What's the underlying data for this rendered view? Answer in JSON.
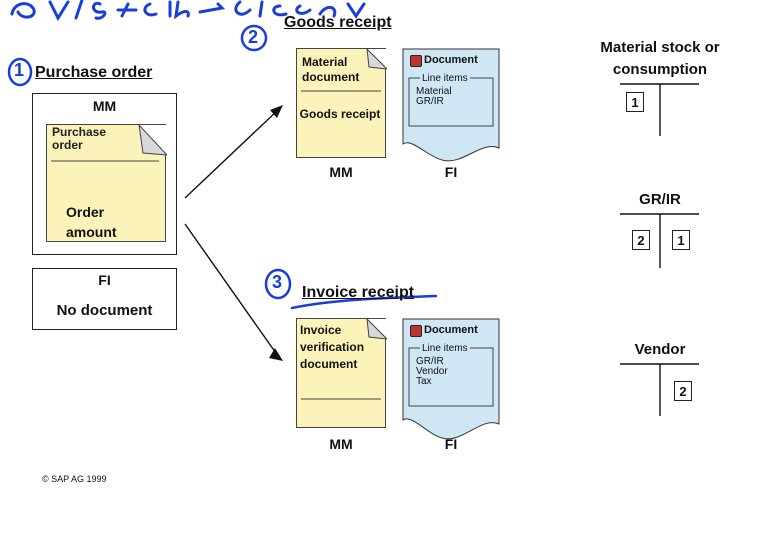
{
  "annotations": {
    "c1": "1",
    "c2": "2",
    "c3": "3"
  },
  "purchase_order": {
    "heading": "Purchase order",
    "mm_label": "MM",
    "doc_title": "Purchase order",
    "order_amount": "Order amount",
    "fi_label": "FI",
    "no_document": "No document"
  },
  "goods_receipt": {
    "heading": "Goods receipt",
    "material_doc": "Material document",
    "goods_receipt_text": "Goods receipt",
    "mm_label": "MM",
    "fi_doc_title": "Document",
    "line_items": "Line items",
    "lines": [
      "Material",
      "GR/IR"
    ],
    "fi_label": "FI"
  },
  "invoice_receipt": {
    "heading": "Invoice receipt",
    "invoice_doc": "Invoice verification document",
    "mm_label": "MM",
    "fi_doc_title": "Document",
    "line_items": "Line items",
    "lines": [
      "GR/IR",
      "Vendor",
      "Tax"
    ],
    "fi_label": "FI"
  },
  "accounts": {
    "material": {
      "title": "Material stock or consumption",
      "left": "1"
    },
    "grir": {
      "title": "GR/IR",
      "left": "2",
      "right": "1"
    },
    "vendor": {
      "title": "Vendor",
      "right": "2"
    }
  },
  "copyright": "© SAP AG 1999",
  "colors": {
    "ink": "#1a3fd8",
    "note_yellow": "#fbf3b9",
    "fi_blue": "#cfe6f5"
  }
}
